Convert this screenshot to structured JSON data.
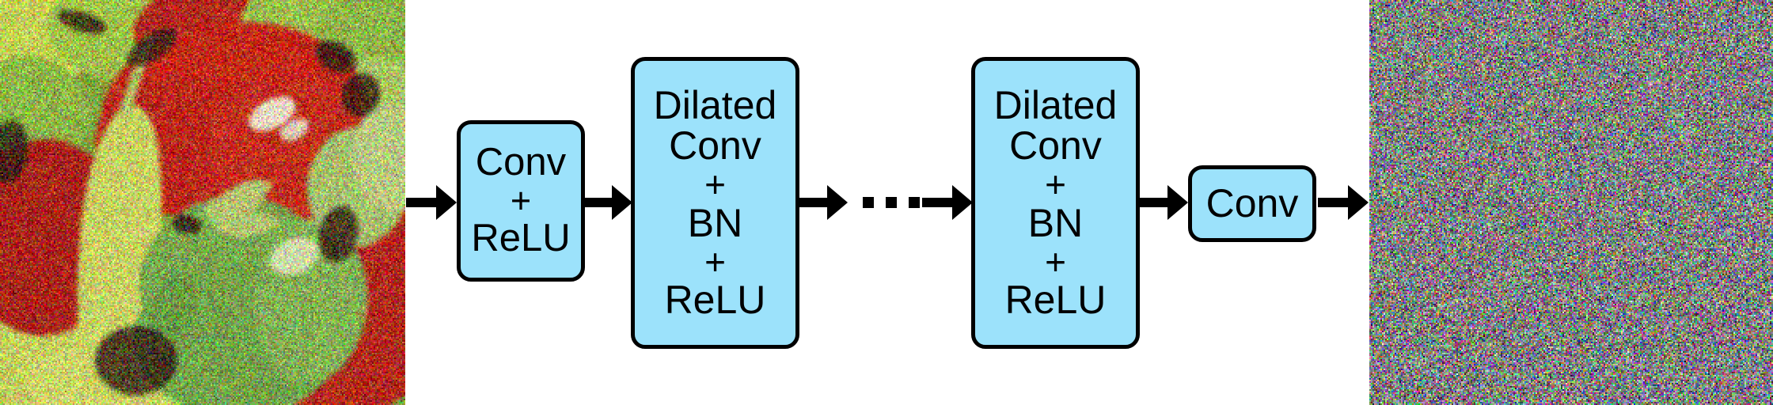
{
  "figure": {
    "type": "neural-network-architecture-diagram",
    "title": "Dilated convolutional denoising network",
    "background_color": "#ffffff"
  },
  "palette": {
    "block_fill": "#9ce2fb",
    "block_stroke": "#000000",
    "arrow_color": "#000000",
    "text_color": "#000000"
  },
  "panels": {
    "input": {
      "name": "noisy-input-image",
      "alt": "Noisy color photograph of red and green bell peppers",
      "dominant_colors": [
        "#c0392b",
        "#9fbf3b",
        "#7fb04a",
        "#e8e36a",
        "#3f2a20"
      ]
    },
    "output": {
      "name": "residual-noise-image",
      "alt": "Estimated residual noise map, random RGB speckle",
      "dominant_colors": [
        "#888888",
        "#ff00ff",
        "#00ff00",
        "#0000ff",
        "#ffff00"
      ]
    }
  },
  "blocks": [
    {
      "id": "conv-relu",
      "lines": [
        "Conv",
        "+",
        "ReLU"
      ]
    },
    {
      "id": "dilated-conv-bn-relu-1",
      "lines": [
        "Dilated",
        "Conv",
        "+",
        "BN",
        "+",
        "ReLU"
      ]
    },
    {
      "id": "dilated-conv-bn-relu-2",
      "lines": [
        "Dilated",
        "Conv",
        "+",
        "BN",
        "+",
        "ReLU"
      ]
    },
    {
      "id": "conv-last",
      "lines": [
        "Conv"
      ]
    }
  ],
  "arrows": [
    {
      "id": "arrow-input-to-conv",
      "glyph": "right-arrow"
    },
    {
      "id": "arrow-conv-to-dilated1",
      "glyph": "right-arrow"
    },
    {
      "id": "arrow-dilated1-to-ellipsis",
      "glyph": "right-arrow"
    },
    {
      "id": "arrow-ellipsis-to-dilated2",
      "glyph": "right-arrow"
    },
    {
      "id": "arrow-dilated2-to-conv-last",
      "glyph": "right-arrow"
    },
    {
      "id": "arrow-conv-last-to-output",
      "glyph": "right-arrow"
    }
  ],
  "ellipsis": {
    "id": "repeated-blocks-ellipsis",
    "glyph": "three-square-dots",
    "dot_count": 3
  }
}
